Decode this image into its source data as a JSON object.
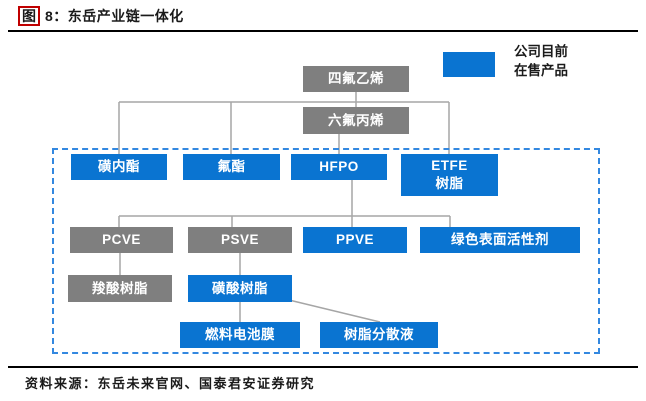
{
  "figure": {
    "marker": "图",
    "number_and_title": "8：东岳产业链一体化",
    "source": "资料来源：东岳未来官网、国泰君安证券研究"
  },
  "legend": {
    "label": "公司目前\n在售产品"
  },
  "colors": {
    "product_blue": "#0a74d1",
    "intermediate_gray": "#7f7f7f",
    "connector_gray": "#a6a6a6",
    "dashed_border_blue": "#3388e0",
    "marker_red": "#c00000"
  },
  "nodes": {
    "tfe": {
      "label": "四氟乙烯",
      "type": "gray"
    },
    "hfp": {
      "label": "六氟丙烯",
      "type": "gray"
    },
    "sultone": {
      "label": "磺内酯",
      "type": "blue"
    },
    "fluoroester": {
      "label": "氟酯",
      "type": "blue"
    },
    "hfpo": {
      "label": "HFPO",
      "type": "blue"
    },
    "etfe": {
      "label": "ETFE\n树脂",
      "type": "blue"
    },
    "pcve": {
      "label": "PCVE",
      "type": "gray"
    },
    "psve": {
      "label": "PSVE",
      "type": "gray"
    },
    "ppve": {
      "label": "PPVE",
      "type": "blue"
    },
    "surfactant": {
      "label": "绿色表面活性剂",
      "type": "blue"
    },
    "carboxylic": {
      "label": "羧酸树脂",
      "type": "gray"
    },
    "sulfonic": {
      "label": "磺酸树脂",
      "type": "blue"
    },
    "fuelcell": {
      "label": "燃料电池膜",
      "type": "blue"
    },
    "dispersion": {
      "label": "树脂分散液",
      "type": "blue"
    }
  },
  "edges": [
    {
      "from": "四氟乙烯",
      "to": "六氟丙烯"
    },
    {
      "from": "四氟乙烯",
      "to": "磺内酯"
    },
    {
      "from": "四氟乙烯",
      "to": "氟酯"
    },
    {
      "from": "四氟乙烯",
      "to": "ETFE树脂"
    },
    {
      "from": "六氟丙烯",
      "to": "HFPO"
    },
    {
      "from": "HFPO",
      "to": "PCVE"
    },
    {
      "from": "HFPO",
      "to": "PSVE"
    },
    {
      "from": "HFPO",
      "to": "PPVE"
    },
    {
      "from": "HFPO",
      "to": "绿色表面活性剂"
    },
    {
      "from": "PCVE",
      "to": "羧酸树脂"
    },
    {
      "from": "PSVE",
      "to": "磺酸树脂"
    },
    {
      "from": "磺酸树脂",
      "to": "燃料电池膜"
    },
    {
      "from": "磺酸树脂",
      "to": "树脂分散液"
    }
  ]
}
